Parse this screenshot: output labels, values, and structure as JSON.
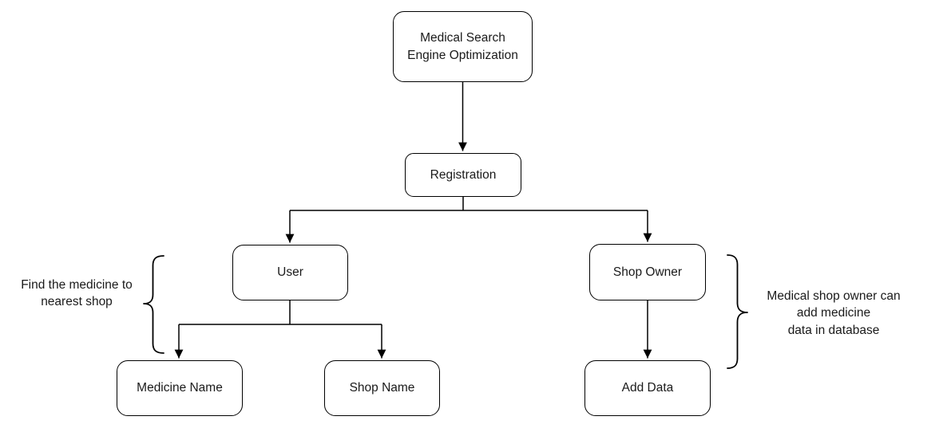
{
  "colors": {
    "background": "#ffffff",
    "stroke": "#000000",
    "text": "#1a1a1a"
  },
  "nodes": {
    "root": "Medical Search\nEngine Optimization",
    "registration": "Registration",
    "user": "User",
    "shop_owner": "Shop Owner",
    "medicine_name": "Medicine Name",
    "shop_name": "Shop Name",
    "add_data": "Add Data"
  },
  "annotations": {
    "left": "Find the medicine to\nnearest shop",
    "right": "Medical shop owner can\nadd medicine\ndata in database"
  },
  "edges": [
    {
      "from": "root",
      "to": "registration",
      "arrow": true
    },
    {
      "from": "registration",
      "to": "user",
      "arrow": true
    },
    {
      "from": "registration",
      "to": "shop_owner",
      "arrow": true
    },
    {
      "from": "user",
      "to": "medicine_name",
      "arrow": true
    },
    {
      "from": "user",
      "to": "shop_name",
      "arrow": true
    },
    {
      "from": "shop_owner",
      "to": "add_data",
      "arrow": true
    }
  ]
}
